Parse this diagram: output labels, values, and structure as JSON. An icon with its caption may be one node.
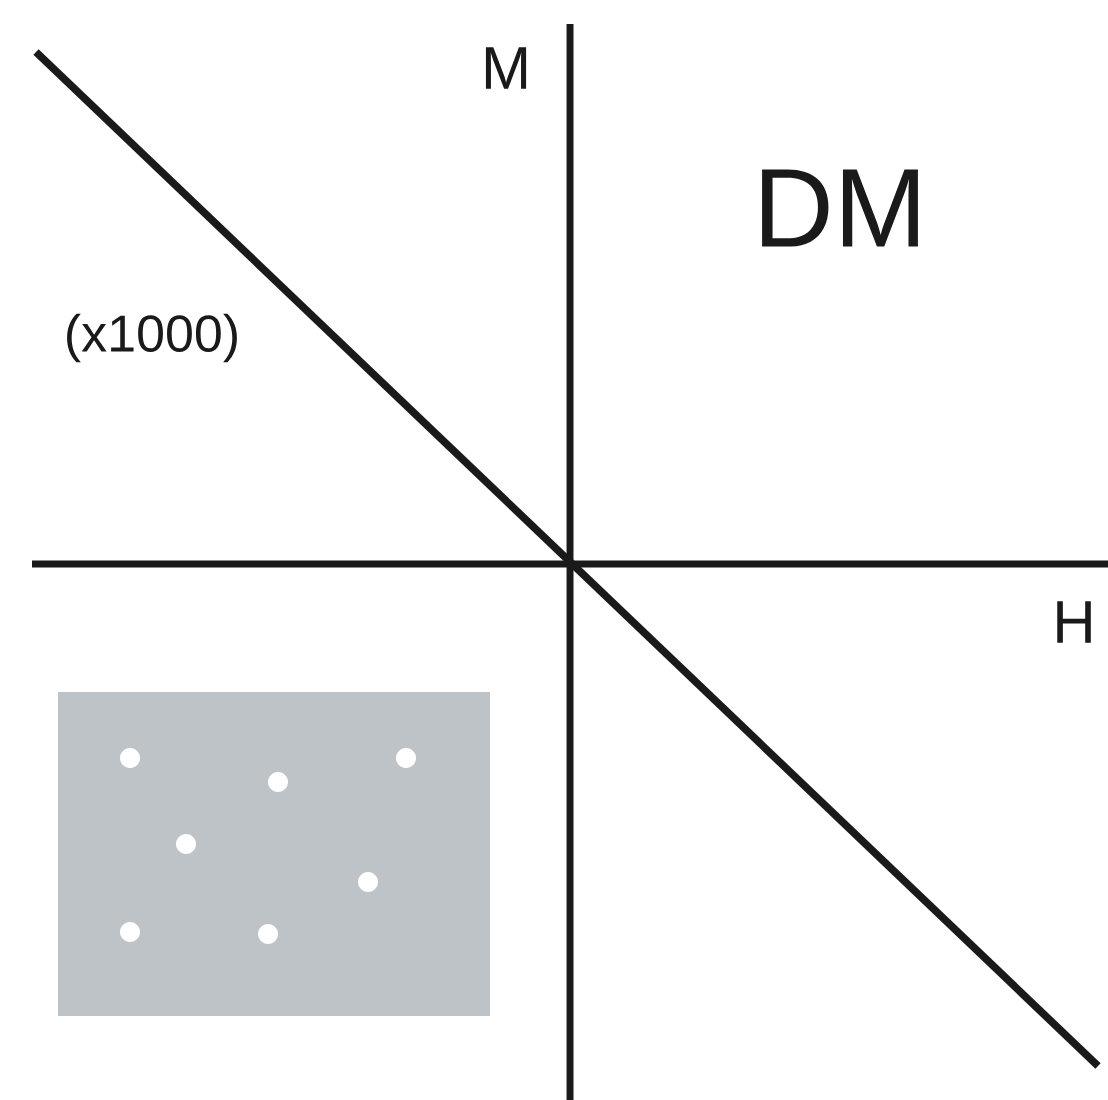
{
  "diagram": {
    "labels": [
      "M",
      "DM",
      "(x1000)",
      "H"
    ]
  }
}
